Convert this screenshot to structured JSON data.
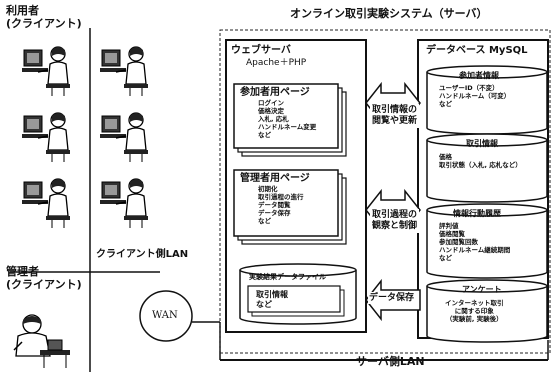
{
  "client": {
    "users_label": "利用者\n(クライアント)",
    "admin_label": "管理者\n(クライアント)",
    "icons": [
      "user-at-computer-icon",
      "admin-at-desk-icon"
    ]
  },
  "network": {
    "client_lan": "クライアント側LAN",
    "wan": "WAN",
    "server_lan": "サーバ側LAN"
  },
  "system": {
    "title": "オンライン取引実験システム（サーバ）",
    "web_server": {
      "title": "ウェブサーバ",
      "subtitle": "Apache＋PHP",
      "participant_pages": {
        "title": "参加者用ページ",
        "items": "ログイン\n価格決定\n入札, 応札\nハンドルネーム変更\nなど"
      },
      "admin_pages": {
        "title": "管理者用ページ",
        "items": "初期化\n取引過程の進行\nデータ閲覧\nデータ保存\nなど"
      },
      "result_files": {
        "title": "実験結果データファイル",
        "items": "取引情報\nなど"
      }
    },
    "database": {
      "title": "データベース MySQL",
      "participants": {
        "title": "参加者情報",
        "items": "ユーザーID（不変）\nハンドルネーム（可変）\nなど"
      },
      "trades": {
        "title": "取引情報",
        "items": "価格\n取引状態（入札, 応札など）"
      },
      "behavior": {
        "title": "情報行動履歴",
        "items": "評判値\n価格閲覧\n参加閲覧回数\nハンドルネーム継続期間\nなど"
      },
      "survey": {
        "title": "アンケート",
        "items": "インターネット取引\nに関する印象\n（実験前, 実験後）"
      }
    },
    "arrows": {
      "browse_update": "取引情報の\n閲覧や更新",
      "observe_control": "取引過程の\n観察と制御",
      "save_data": "データ保存"
    }
  }
}
